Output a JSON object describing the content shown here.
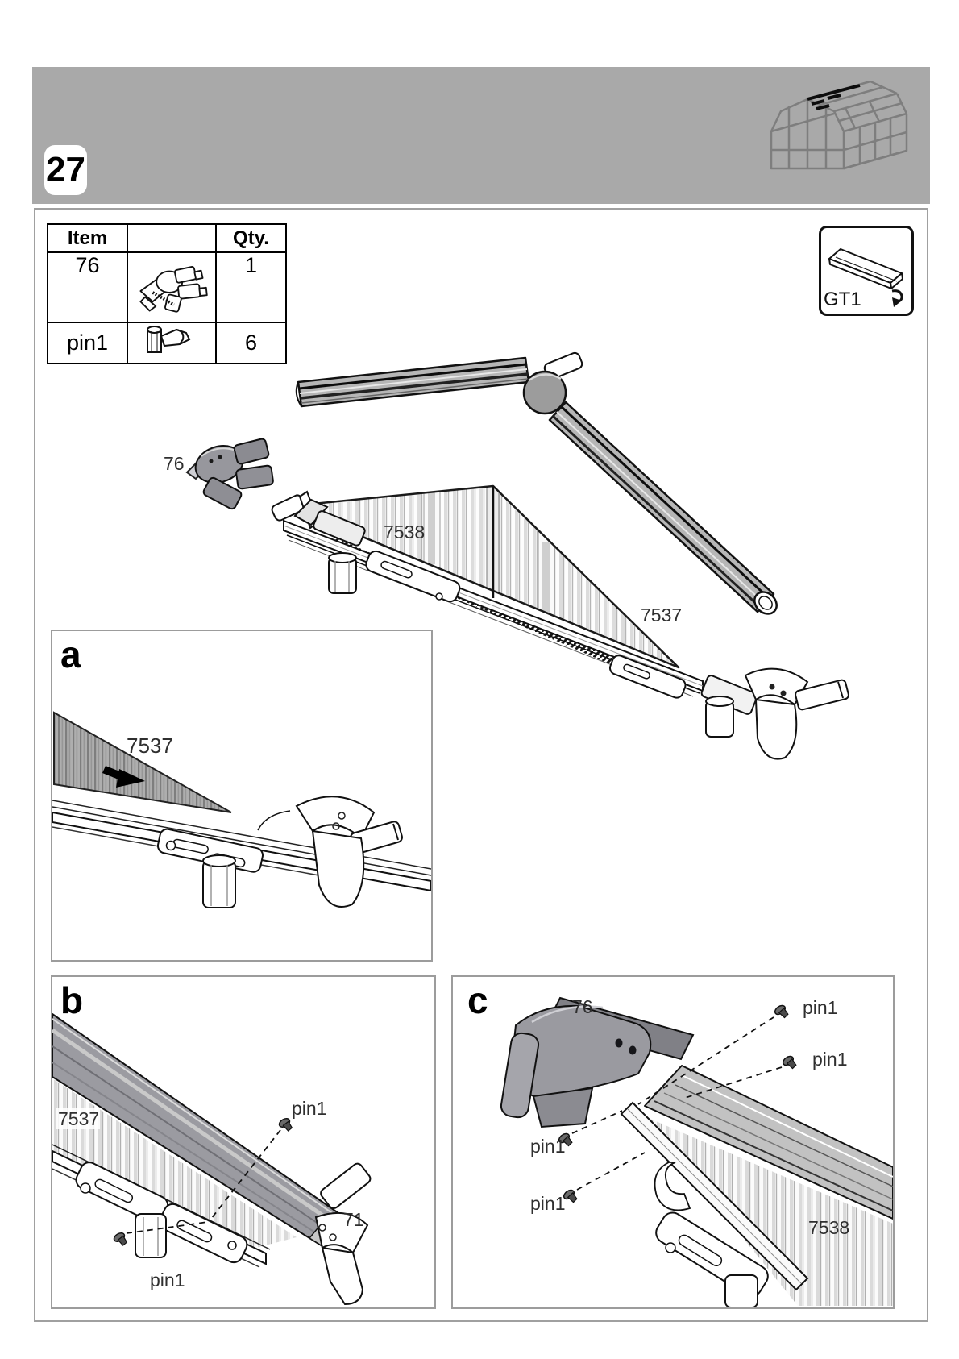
{
  "page": {
    "step": "27"
  },
  "parts_table": {
    "col_item": "Item",
    "col_qty": "Qty.",
    "rows": [
      {
        "item": "76",
        "qty": "1",
        "icon": "roof-apex-connector"
      },
      {
        "item": "pin1",
        "qty": "6",
        "icon": "glazing-pin"
      }
    ]
  },
  "tool_box": {
    "label": "GT1"
  },
  "main_diagram": {
    "connector_label": "76",
    "panel_left_label": "7538",
    "panel_right_label": "7537"
  },
  "panel_a": {
    "letter": "a",
    "panel_label": "7537"
  },
  "panel_b": {
    "letter": "b",
    "panel_label": "7537",
    "pin_top": "pin1",
    "pin_bottom": "pin1",
    "corner_label": "71"
  },
  "panel_c": {
    "letter": "c",
    "connector_label": "76",
    "pins": [
      "pin1",
      "pin1",
      "pin1",
      "pin1"
    ],
    "panel_label": "7538"
  }
}
